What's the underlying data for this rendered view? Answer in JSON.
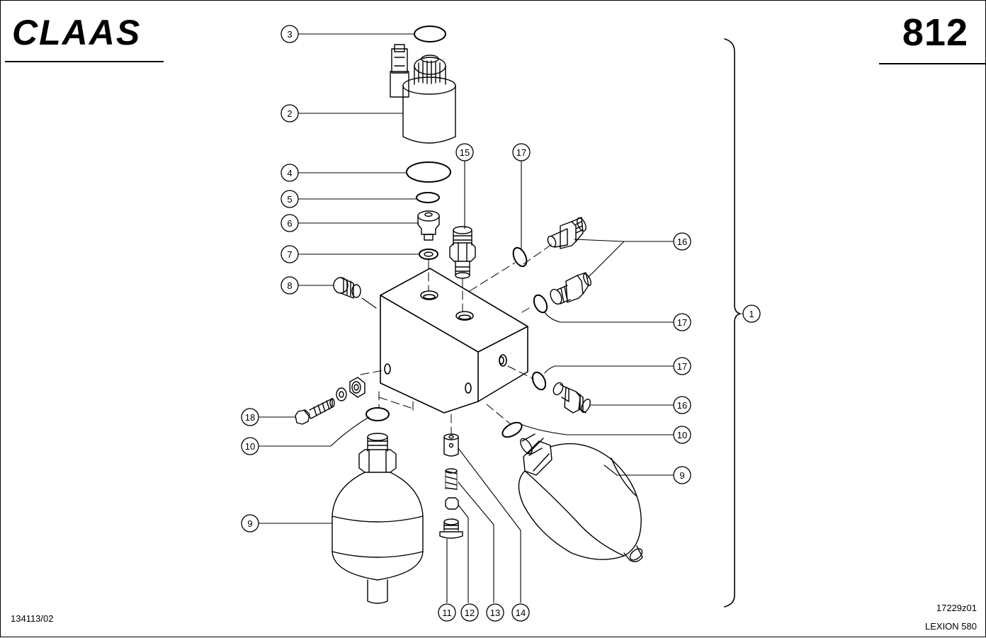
{
  "header": {
    "logo_text": "CLAAS",
    "page_number": "812"
  },
  "footer": {
    "left_code": "134113/02",
    "drawing_code": "17229z01",
    "model": "LEXION 580"
  },
  "callouts": [
    {
      "id": "c3",
      "label": "3"
    },
    {
      "id": "c2",
      "label": "2"
    },
    {
      "id": "c4",
      "label": "4"
    },
    {
      "id": "c5",
      "label": "5"
    },
    {
      "id": "c6",
      "label": "6"
    },
    {
      "id": "c7",
      "label": "7"
    },
    {
      "id": "c8",
      "label": "8"
    },
    {
      "id": "c15",
      "label": "15"
    },
    {
      "id": "c17a",
      "label": "17"
    },
    {
      "id": "c16a",
      "label": "16"
    },
    {
      "id": "c17b",
      "label": "17"
    },
    {
      "id": "c1",
      "label": "1"
    },
    {
      "id": "c17c",
      "label": "17"
    },
    {
      "id": "c16b",
      "label": "16"
    },
    {
      "id": "c10a",
      "label": "10"
    },
    {
      "id": "c18",
      "label": "18"
    },
    {
      "id": "c10b",
      "label": "10"
    },
    {
      "id": "c9a",
      "label": "9"
    },
    {
      "id": "c9b",
      "label": "9"
    },
    {
      "id": "c11",
      "label": "11"
    },
    {
      "id": "c12",
      "label": "12"
    },
    {
      "id": "c13",
      "label": "13"
    },
    {
      "id": "c14",
      "label": "14"
    }
  ],
  "icons": {
    "logo": "claas-logo-icon"
  }
}
